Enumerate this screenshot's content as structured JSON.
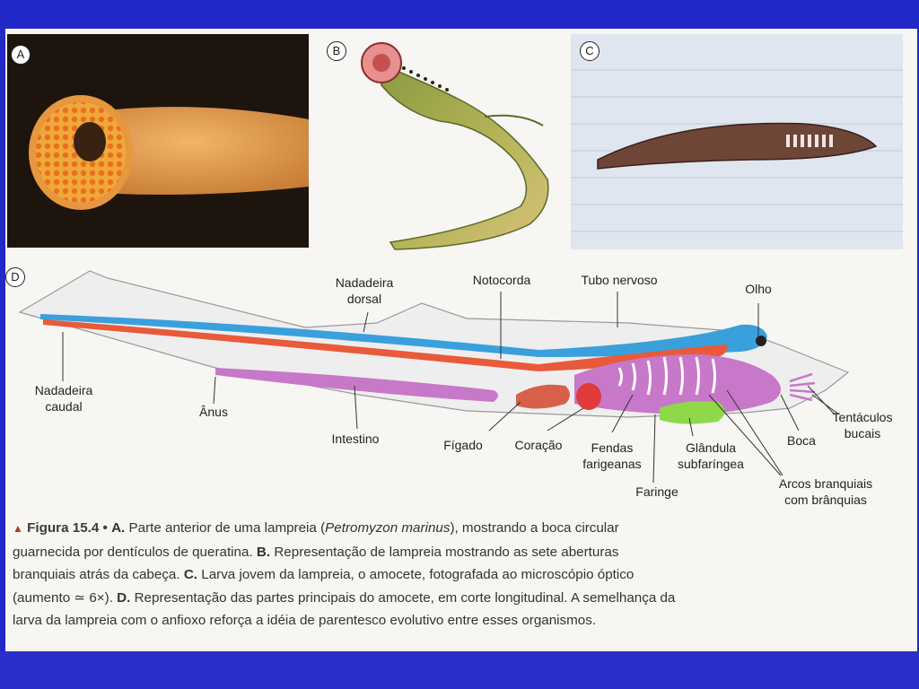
{
  "panels": {
    "a": {
      "letter": "A"
    },
    "b": {
      "letter": "B"
    },
    "c": {
      "letter": "C"
    },
    "d": {
      "letter": "D"
    }
  },
  "diagram_labels": {
    "nadadeira_dorsal": [
      "Nadadeira",
      "dorsal"
    ],
    "notocorda": "Notocorda",
    "tubo_nervoso": "Tubo nervoso",
    "olho": "Olho",
    "nadadeira_caudal": [
      "Nadadeira",
      "caudal"
    ],
    "anus": "Ânus",
    "intestino": "Intestino",
    "figado": "Fígado",
    "coracao": "Coração",
    "fendas_farigeanas": [
      "Fendas",
      "farigeanas"
    ],
    "glandula_subfaringea": [
      "Glândula",
      "subfaríngea"
    ],
    "faringe": "Faringe",
    "boca": "Boca",
    "tentaculos_bucais": [
      "Tentáculos",
      "bucais"
    ],
    "arcos_branquiais": [
      "Arcos branquiais",
      "com brânquias"
    ]
  },
  "caption": {
    "figure_label": "Figura 15.4 •",
    "a_letter": "A.",
    "a_text_1": "Parte anterior de uma lampreia (",
    "a_species": "Petromyzon marinus",
    "a_text_2": "), mostrando a boca circular guarnecida por dentículos de queratina.",
    "b_letter": "B.",
    "b_text": "Representação de lampreia mostrando as  sete aberturas branquiais atrás da cabeça.",
    "c_letter": "C.",
    "c_text": "Larva jovem da lampreia, o amocete, fotografada ao microscópio óptico (aumento ≃ 6×).",
    "d_letter": "D.",
    "d_text": "Representação das partes principais do amocete, em corte longitudinal. A semelhança da larva da lampreia com o anfioxo reforça a idéia de parentesco evolutivo entre esses organismos."
  },
  "colors": {
    "background_frame": "#2328c8",
    "notochord": "#e85a3a",
    "nerve_tube": "#3aa0dc",
    "intestine": "#c878c8",
    "liver": "#d8604a",
    "heart": "#e03a3a",
    "gland": "#8ed84a"
  }
}
